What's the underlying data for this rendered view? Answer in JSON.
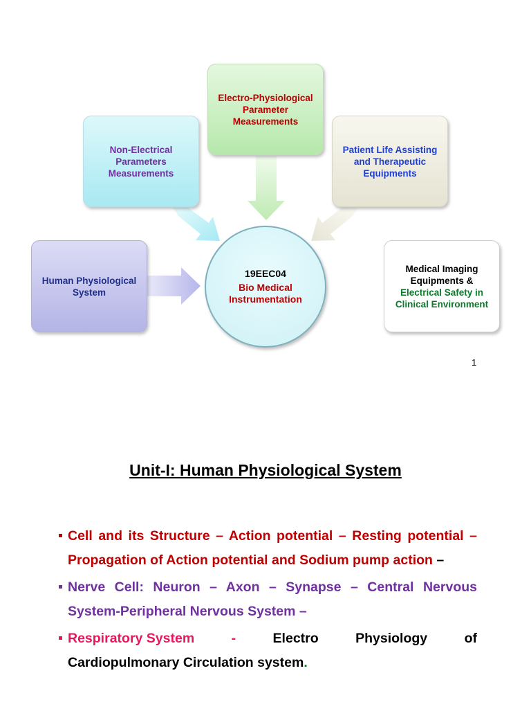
{
  "diagram": {
    "center": {
      "code": "19EEC04",
      "title": "Bio Medical Instrumentation"
    },
    "boxes": {
      "non_electrical": "Non-Electrical Parameters Measurements",
      "electro": "Electro-Physiological Parameter Measurements",
      "patient_life": "Patient Life Assisting and Therapeutic Equipments",
      "human": "Human Physiological System",
      "imaging_black": "Medical Imaging Equipments &",
      "imaging_green": "Electrical Safety in Clinical Environment"
    },
    "colors": {
      "red": "#c00000",
      "purple": "#7030a0",
      "blue": "#1f3fd0",
      "navy": "#1f2f8a",
      "green": "#0b7a2a",
      "pink": "#e8175d"
    }
  },
  "page_number": "1",
  "unit_title": "Unit-I: Human Physiological System",
  "bullets": {
    "b1_text": "Cell and its Structure – Action potential – Resting potential – Propagation of Action potential and Sodium pump action",
    "b1_dash": " –",
    "b2_text": "Nerve Cell: Neuron – Axon – Synapse – Central Nervous System-Peripheral Nervous System –",
    "b3_resp": "Respiratory System",
    "b3_dash": "-",
    "b3_w1": "Electro",
    "b3_w2": "Physiology",
    "b3_w3": "of",
    "b3_line2": "Cardiopulmonary Circulation system",
    "b3_period": "."
  }
}
